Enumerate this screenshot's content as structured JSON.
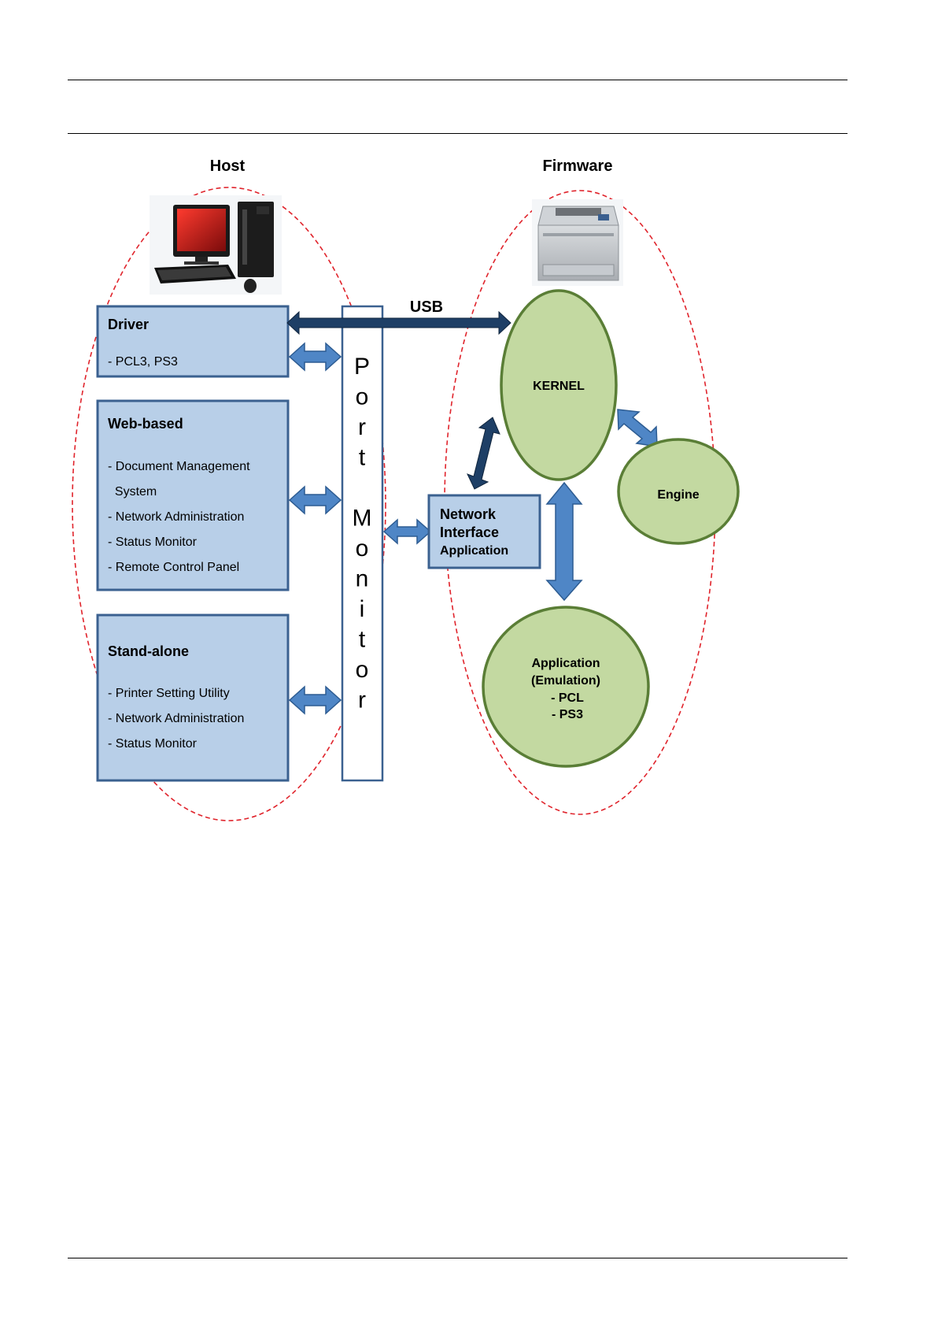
{
  "sections": {
    "host_title": "Host",
    "firmware_title": "Firmware"
  },
  "usb_label": "USB",
  "host_boxes": {
    "driver": {
      "title": "Driver",
      "items": [
        "- PCL3, PS3"
      ]
    },
    "web_based": {
      "title": "Web-based",
      "items": [
        "- Document Management",
        "  System",
        "- Network Administration",
        "- Status Monitor",
        "- Remote Control Panel"
      ]
    },
    "stand_alone": {
      "title": "Stand-alone",
      "items": [
        "- Printer Setting Utility",
        "- Network Administration",
        "- Status Monitor"
      ]
    }
  },
  "port_monitor": {
    "letters": [
      "P",
      "o",
      "r",
      "t",
      "",
      "M",
      "o",
      "n",
      "i",
      "t",
      "o",
      "r"
    ]
  },
  "network_interface": {
    "lines": [
      "Network",
      "Interface",
      "Application"
    ]
  },
  "kernel_label": "KERNEL",
  "engine_label": "Engine",
  "application": {
    "lines": [
      "Application",
      "(Emulation)",
      "- PCL",
      "- PS3"
    ]
  },
  "colors": {
    "box_fill": "#b8cfe8",
    "box_stroke": "#3b6190",
    "ellipse_fill": "#c3d9a1",
    "ellipse_stroke": "#5a7e36",
    "arrow_light": "#4f86c6",
    "arrow_dark": "#1e3f66",
    "dashed": "#e0242c"
  }
}
